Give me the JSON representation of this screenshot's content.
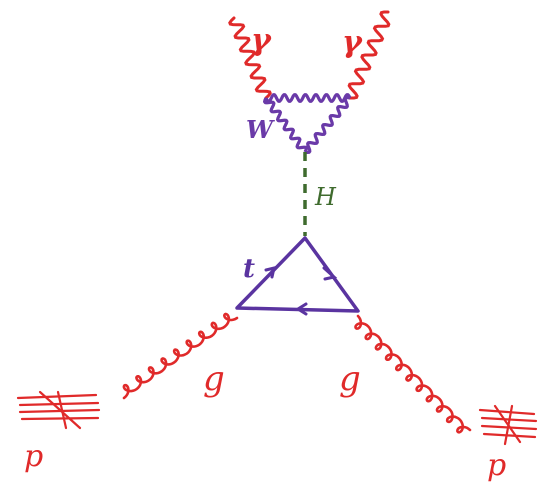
{
  "labels": {
    "photon_left": "γ",
    "photon_right": "γ",
    "w_loop": "W",
    "higgs": "H",
    "top_loop": "t",
    "gluon_left": "g",
    "gluon_right": "g",
    "proton_left": "p",
    "proton_right": "p"
  },
  "colors": {
    "photon": "#e02a2a",
    "gluon": "#e02a2a",
    "proton": "#e02a2a",
    "w_boson": "#6a3aa8",
    "top_quark": "#5a34a0",
    "higgs": "#3f6b2e"
  }
}
